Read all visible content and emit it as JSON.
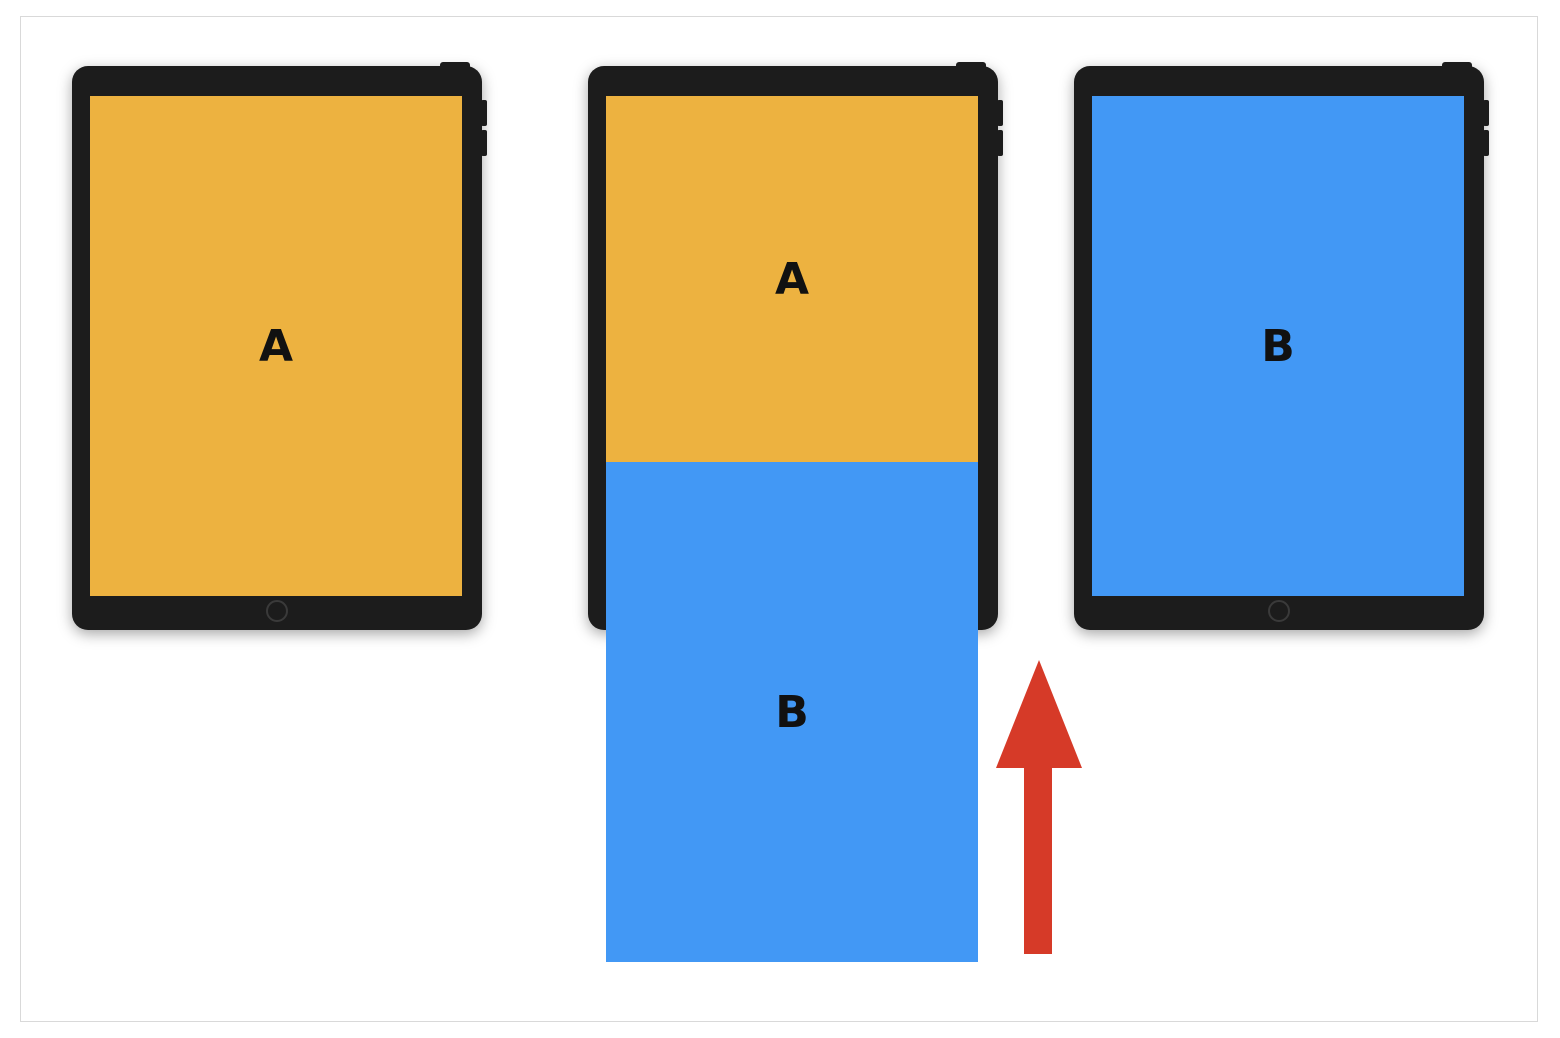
{
  "colors": {
    "page_a": "#EDB240",
    "page_b": "#4298F5",
    "arrow": "#D63A28",
    "device": "#1C1C1C"
  },
  "panels": [
    {
      "step": "before",
      "pages": [
        {
          "label": "A",
          "color": "#EDB240"
        }
      ]
    },
    {
      "step": "transition",
      "pages": [
        {
          "label": "A",
          "color": "#EDB240"
        },
        {
          "label": "B",
          "color": "#4298F5"
        }
      ]
    },
    {
      "step": "after",
      "pages": [
        {
          "label": "B",
          "color": "#4298F5"
        }
      ]
    }
  ],
  "arrow": {
    "direction": "up",
    "icon": "arrow-up-icon"
  }
}
